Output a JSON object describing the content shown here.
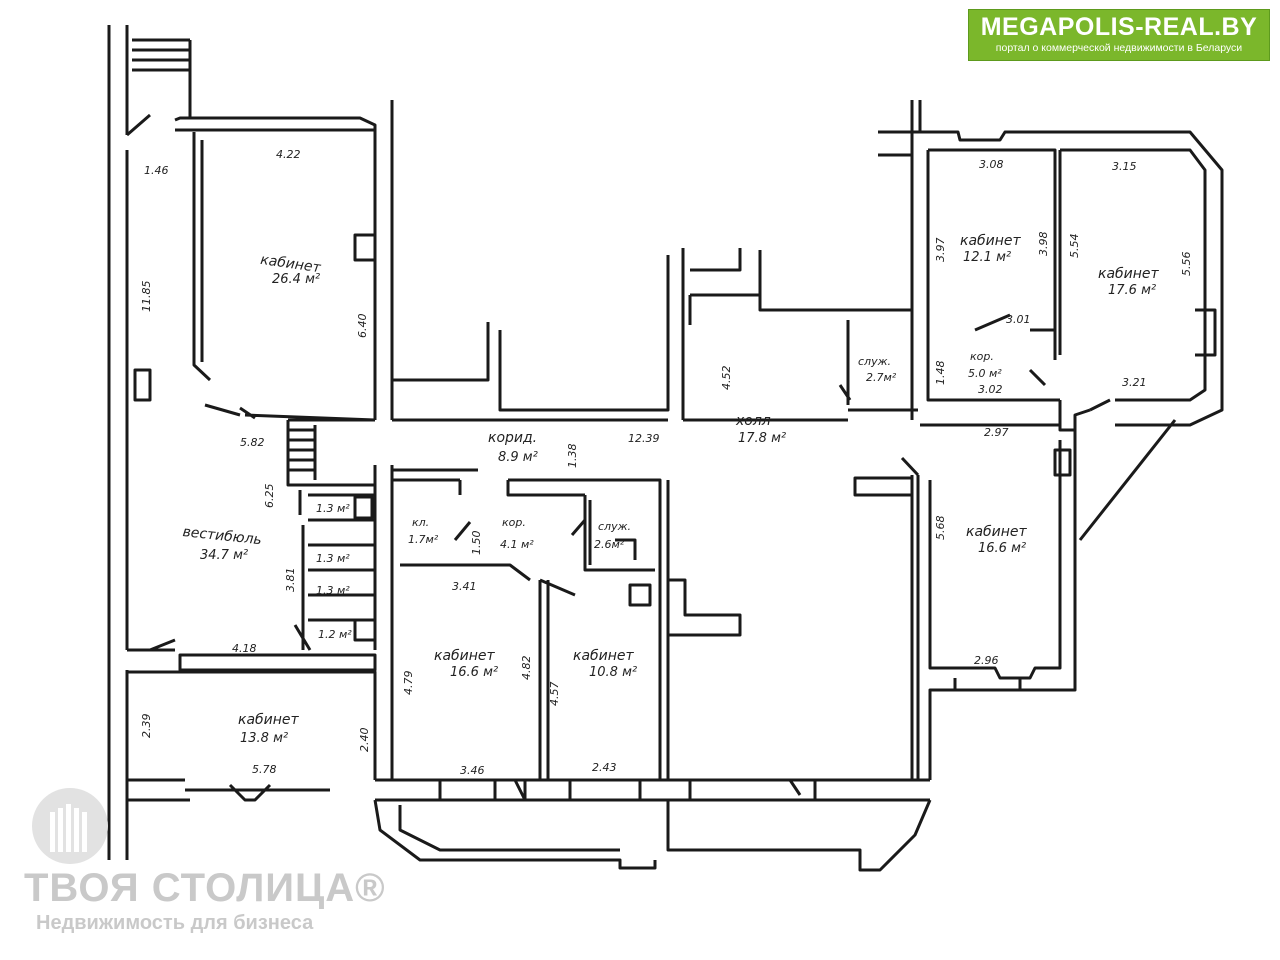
{
  "header_badge": {
    "site": "MEGAPOLIS-REAL.BY",
    "tagline": "портал о коммерческой недвижимости в Беларуси",
    "color": "#7bb72b"
  },
  "watermark": {
    "brand": "ТВОЯ СТОЛИЦА®",
    "subtitle": "Недвижимость для бизнеса",
    "logo_icon": "building-logo-icon",
    "color": "#c9c9c9"
  },
  "rooms": [
    {
      "id": "office-nw",
      "name": "кабинет",
      "area": "26.4 м²"
    },
    {
      "id": "office-ne1",
      "name": "кабинет",
      "area": "12.1 м²"
    },
    {
      "id": "office-ne2",
      "name": "кабинет",
      "area": "17.6 м²"
    },
    {
      "id": "service-n",
      "name": "служ.",
      "area": "2.7м²"
    },
    {
      "id": "corridor-ne",
      "name": "кор.",
      "area": "5.0 м²"
    },
    {
      "id": "hall",
      "name": "холл",
      "area": "17.8 м²"
    },
    {
      "id": "corridor-main",
      "name": "корид.",
      "area": "8.9 м²"
    },
    {
      "id": "vestibule",
      "name": "вестибюль",
      "area": "34.7 м²"
    },
    {
      "id": "wc1",
      "name": "",
      "area": "1.3 м²"
    },
    {
      "id": "wc2",
      "name": "",
      "area": "1.3 м²"
    },
    {
      "id": "wc3",
      "name": "",
      "area": "1.3 м²"
    },
    {
      "id": "wc4",
      "name": "",
      "area": "1.2 м²"
    },
    {
      "id": "storage",
      "name": "кл.",
      "area": "1.7м²"
    },
    {
      "id": "corridor-mid",
      "name": "кор.",
      "area": "4.1 м²"
    },
    {
      "id": "service-mid",
      "name": "служ.",
      "area": "2.6м²"
    },
    {
      "id": "office-mid1",
      "name": "кабинет",
      "area": "16.6 м²"
    },
    {
      "id": "office-mid2",
      "name": "кабинет",
      "area": "10.8 м²"
    },
    {
      "id": "office-e",
      "name": "кабинет",
      "area": "16.6 м²"
    },
    {
      "id": "office-sw",
      "name": "кабинет",
      "area": "13.8 м²"
    }
  ],
  "dimensions": [
    "1.46",
    "4.22",
    "11.85",
    "6.40",
    "5.82",
    "6.25",
    "3.81",
    "4.18",
    "2.39",
    "2.40",
    "5.78",
    "12.39",
    "1.38",
    "1.50",
    "3.41",
    "4.79",
    "4.82",
    "4.57",
    "3.46",
    "2.43",
    "4.52",
    "3.08",
    "3.97",
    "3.98",
    "3.01",
    "1.48",
    "3.02",
    "3.15",
    "5.54",
    "5.56",
    "3.21",
    "2.97",
    "5.68",
    "2.96"
  ]
}
